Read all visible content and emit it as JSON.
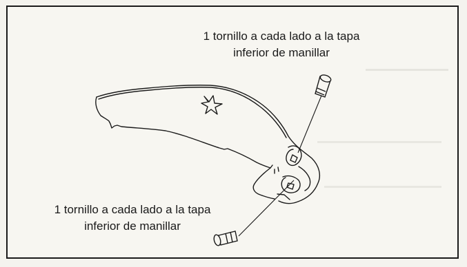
{
  "callouts": {
    "top": {
      "line1": "1 tornillo a cada lado a la tapa",
      "line2": "inferior de manillar"
    },
    "bottom": {
      "line1": "1 tornillo a cada lado a la tapa",
      "line2": "inferior de manillar"
    }
  },
  "colors": {
    "ink": "#1a1a1a",
    "paper": "#f7f6f1",
    "bleed_through": "#e3e2dc"
  }
}
